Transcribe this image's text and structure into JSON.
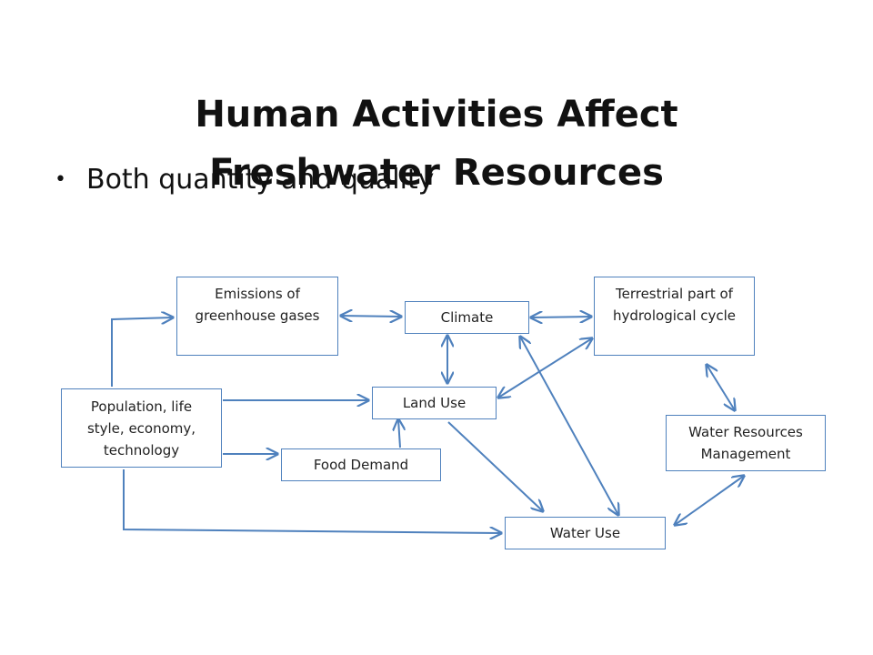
{
  "slide": {
    "title_line1": "Human Activities Affect",
    "title_line2": "Freshwater Resources",
    "bullet": "Both quantity and quality"
  },
  "diagram": {
    "nodes": {
      "emissions": "Emissions of\ngreenhouse gases",
      "climate": "Climate",
      "terrestrial": "Terrestrial part of\nhydrological cycle",
      "population": "Population, life\nstyle, economy,\ntechnology",
      "land_use": "Land Use",
      "food_demand": "Food Demand",
      "water_resources": "Water Resources\nManagement",
      "water_use": "Water Use"
    },
    "edge_color": "#4f81bd"
  }
}
